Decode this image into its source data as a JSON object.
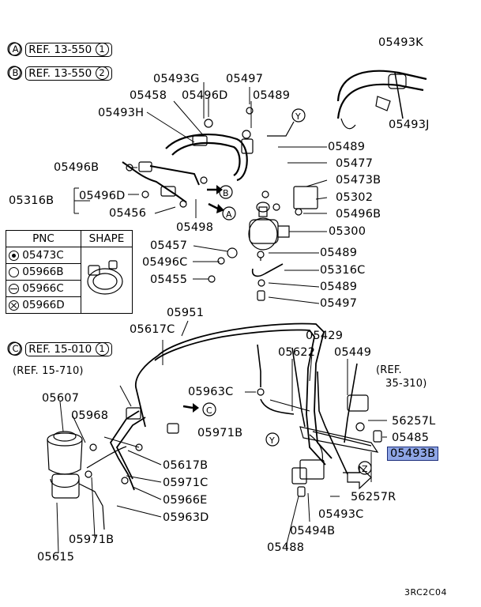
{
  "refs": {
    "a": {
      "letter": "A",
      "text": "REF. 13-550",
      "num": "1"
    },
    "b": {
      "letter": "B",
      "text": "REF. 13-550",
      "num": "2"
    },
    "c": {
      "letter": "C",
      "text": "REF. 15-010",
      "num": "1"
    }
  },
  "ref_notes": {
    "r15710": "(REF. 15-710)",
    "r35310_a": "(REF.",
    "r35310_b": "35-310)"
  },
  "pnc_table": {
    "headers": [
      "PNC",
      "SHAPE"
    ],
    "rows": [
      {
        "symbol": "dot-circle",
        "pnc": "05473C"
      },
      {
        "symbol": "circle",
        "pnc": "05966B"
      },
      {
        "symbol": "minus-circle",
        "pnc": "05966C"
      },
      {
        "symbol": "cross-circle",
        "pnc": "05966D"
      }
    ]
  },
  "labels": {
    "p05493K": "05493K",
    "p05493J": "05493J",
    "p05493G": "05493G",
    "p05497_top": "05497",
    "p05458": "05458",
    "p05496D_top": "05496D",
    "p05489_top": "05489",
    "p05493H": "05493H",
    "p05489_a": "05489",
    "p05477": "05477",
    "p05496B_left": "05496B",
    "p05473B": "05473B",
    "p05316B": "05316B",
    "p05496D_left": "05496D",
    "p05302": "05302",
    "p05456": "05456",
    "p05496B_right": "05496B",
    "p05498": "05498",
    "p05300": "05300",
    "p05457": "05457",
    "p05489_b": "05489",
    "p05496C": "05496C",
    "p05316C": "05316C",
    "p05455": "05455",
    "p05489_c": "05489",
    "p05497_mid": "05497",
    "p05951": "05951",
    "p05617C": "05617C",
    "p05429": "05429",
    "p05622": "05622",
    "p05449": "05449",
    "p05607": "05607",
    "p05963C": "05963C",
    "p05968": "05968",
    "p56257L": "56257L",
    "p05971B_mid": "05971B",
    "p05485": "05485",
    "p05493B": "05493B",
    "p05617B": "05617B",
    "p05971C": "05971C",
    "p05966E": "05966E",
    "p56257R": "56257R",
    "p05493C": "05493C",
    "p05963D": "05963D",
    "p05494B": "05494B",
    "p05971B_bot": "05971B",
    "p05488": "05488",
    "p05615": "05615",
    "p3RC2C04": "3RC2C04"
  },
  "markers": {
    "a": "A",
    "b": "B",
    "c": "C",
    "y": "Y",
    "z": "Z"
  },
  "highlight_color": "#8fa6e6"
}
